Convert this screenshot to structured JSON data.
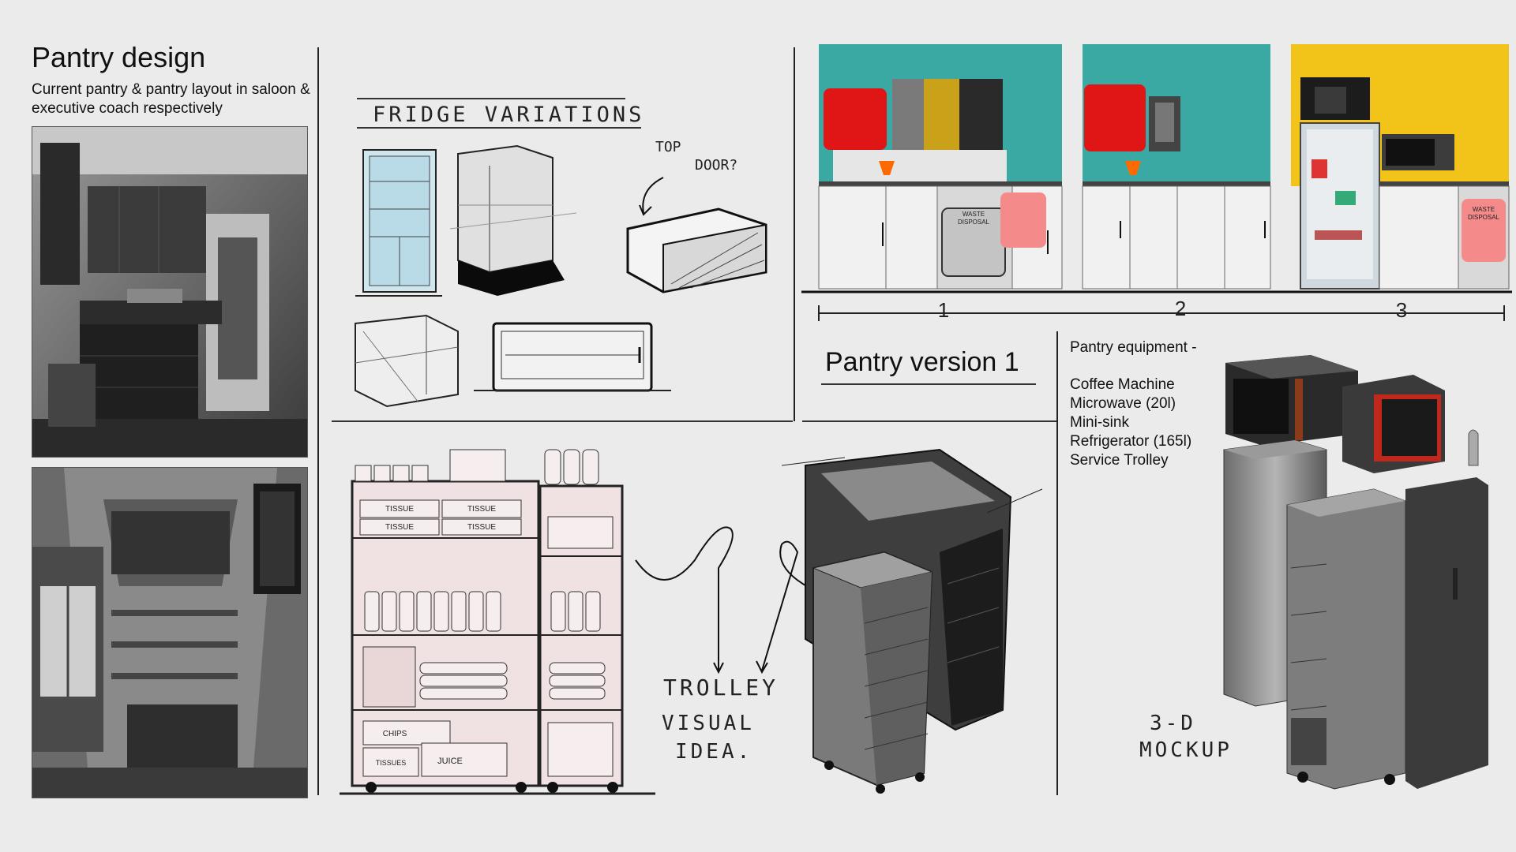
{
  "header": {
    "title": "Pantry design",
    "subtitle": "Current pantry & pantry layout in saloon & executive coach respectively"
  },
  "fridge": {
    "heading": "FRIDGE VARIATIONS",
    "note_line1": "TOP",
    "note_line2": "DOOR?"
  },
  "layouts": {
    "labels": [
      "1",
      "2",
      "3"
    ],
    "waste_label_line1": "WASTE",
    "waste_label_line2": "DISPOSAL",
    "colors": {
      "teal": "#3aa9a4",
      "yellow": "#f2c318",
      "red": "#e01616",
      "pink": "#f58a8a"
    }
  },
  "version": {
    "title": "Pantry version 1"
  },
  "equipment": {
    "heading": "Pantry equipment -",
    "items": [
      "Coffee Machine",
      "Microwave (20l)",
      "Mini-sink",
      "Refrigerator (165l)",
      "Service Trolley"
    ]
  },
  "shelf": {
    "labels": {
      "tissue": "TISSUE",
      "chips": "CHIPS",
      "juice": "JUICE",
      "tissues": "TISSUES"
    }
  },
  "trolley": {
    "line1": "TROLLEY",
    "line2": "VISUAL",
    "line3": "IDEA."
  },
  "mockup": {
    "line1": "3-D",
    "line2": "MOCKUP"
  }
}
